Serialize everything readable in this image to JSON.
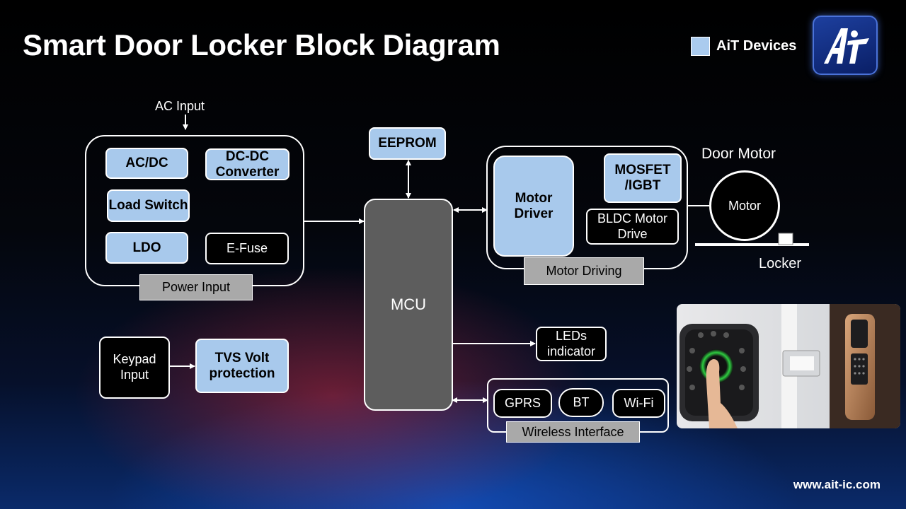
{
  "header": {
    "title": "Smart Door Locker Block Diagram"
  },
  "legend": {
    "label": "AiT Devices",
    "swatch_color": "#aacbee"
  },
  "brand": {
    "logo_text": "AiT",
    "website": "www.ait-ic.com"
  },
  "power_input": {
    "ac_input_label": "AC Input",
    "blocks": {
      "acdc": "AC/DC",
      "dcdc": "DC-DC Converter",
      "load_switch": "Load Switch",
      "ldo": "LDO",
      "efuse": "E-Fuse"
    },
    "tag": "Power Input"
  },
  "mcu": {
    "eeprom": "EEPROM",
    "label": "MCU"
  },
  "motor_driving": {
    "motor_driver": "Motor Driver",
    "mosfet": "MOSFET /IGBT",
    "bldc": "BLDC Motor Drive",
    "tag": "Motor Driving"
  },
  "door_motor": {
    "title": "Door Motor",
    "motor_label": "Motor",
    "locker_label": "Locker"
  },
  "keypad": {
    "input": "Keypad Input",
    "tvs": "TVS Volt protection"
  },
  "leds": {
    "label": "LEDs indicator"
  },
  "wireless": {
    "gprs": "GPRS",
    "bt": "BT",
    "wifi": "Wi-Fi",
    "tag": "Wireless Interface"
  },
  "colors": {
    "ait_block": "#a8c9ec",
    "mcu": "#5d5d5d",
    "tag": "#a9a9a9"
  }
}
